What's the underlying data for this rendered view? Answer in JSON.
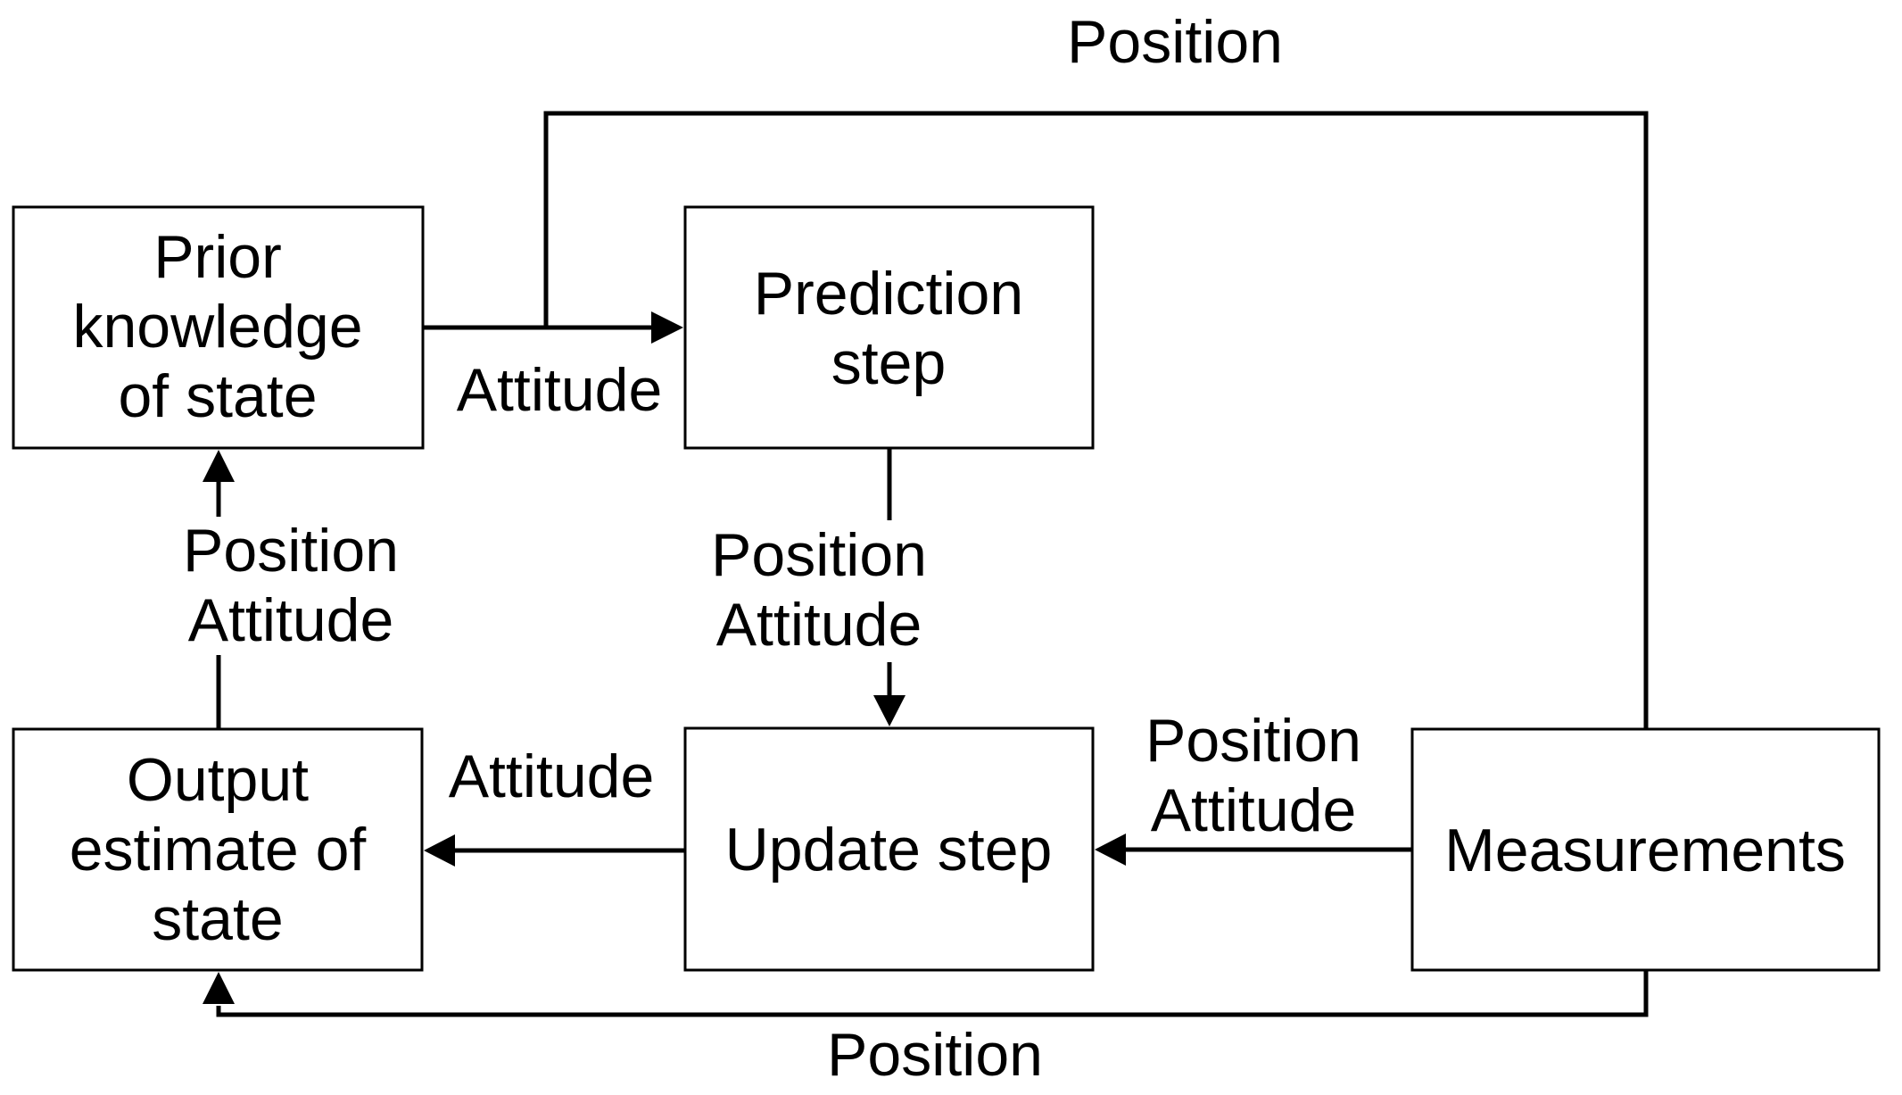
{
  "diagram": {
    "title_hint": "state estimation filter loop",
    "colors": {
      "background": "#ffffff",
      "line": "#000000",
      "text": "#000000",
      "box_fill": "#ffffff"
    },
    "boxes": {
      "prior": {
        "line1": "Prior",
        "line2": "knowledge",
        "line3": "of state"
      },
      "prediction": {
        "line1": "Prediction",
        "line2": "step"
      },
      "update": {
        "label": "Update step"
      },
      "output": {
        "line1": "Output",
        "line2": "estimate of",
        "line3": "state"
      },
      "measurements": {
        "label": "Measurements"
      }
    },
    "edge_labels": {
      "top_position": "Position",
      "prior_to_prediction": "Attitude",
      "prediction_to_update": {
        "line1": "Position",
        "line2": "Attitude"
      },
      "output_to_prior": {
        "line1": "Position",
        "line2": "Attitude"
      },
      "measurements_to_update": {
        "line1": "Position",
        "line2": "Attitude"
      },
      "update_to_output": "Attitude",
      "bottom_position": "Position"
    }
  }
}
